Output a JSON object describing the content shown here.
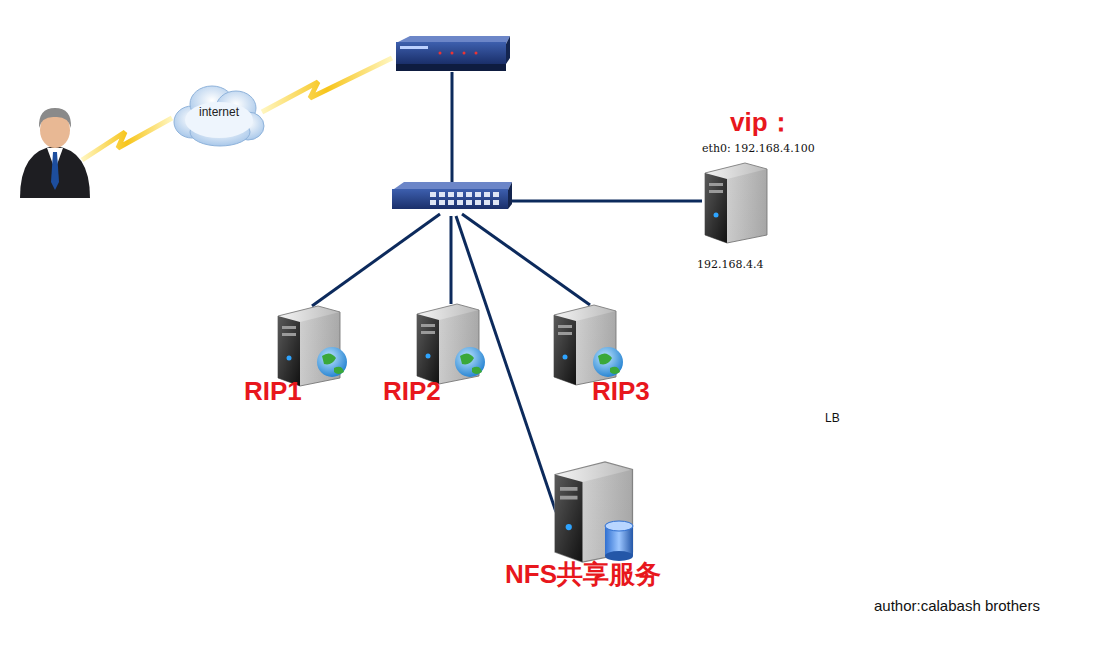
{
  "diagram": {
    "nodes": [
      {
        "text": [
          "internet"
        ]
      },
      {
        "text": [
          "vip：",
          "eth0: 192.168.4.100",
          "192.168.4.4"
        ]
      },
      {
        "text": [
          "RIP1"
        ]
      },
      {
        "text": [
          "RIP2"
        ]
      },
      {
        "text": [
          "RIP3"
        ]
      },
      {
        "text": [
          "NFS共享服务"
        ]
      }
    ],
    "labels": [
      "LB",
      "author:calabash brothers"
    ]
  }
}
